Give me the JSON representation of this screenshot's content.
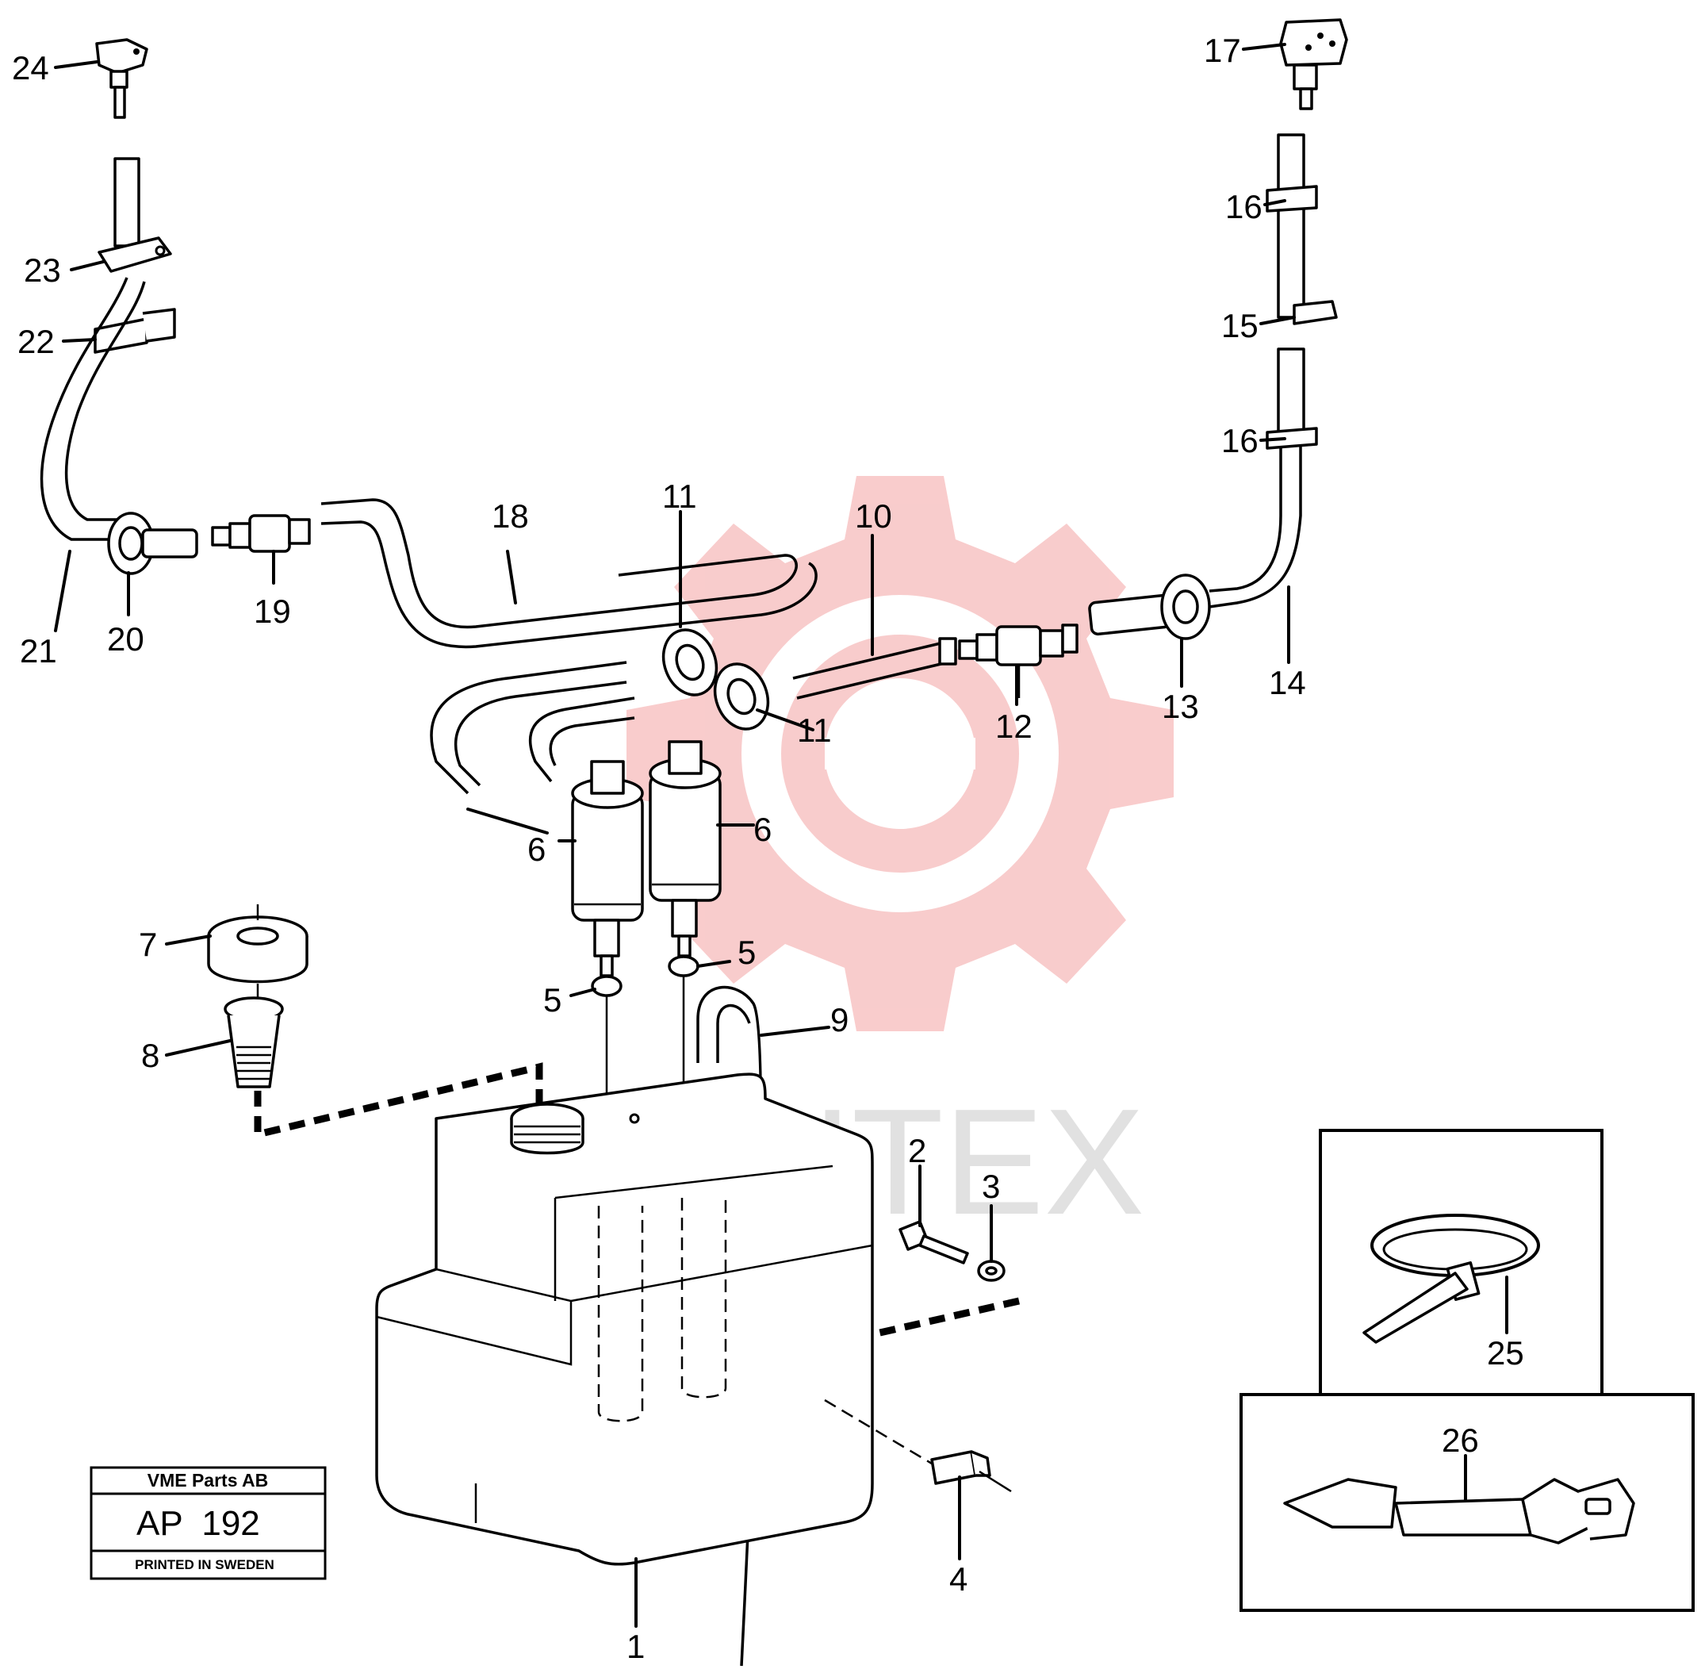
{
  "diagram": {
    "colors": {
      "line": "#000000",
      "watermark": "#f4a3a3",
      "watermark_text": "#c9c9c9"
    },
    "callouts": [
      {
        "id": "1",
        "text": "1"
      },
      {
        "id": "2",
        "text": "2"
      },
      {
        "id": "3",
        "text": "3"
      },
      {
        "id": "4",
        "text": "4"
      },
      {
        "id": "5a",
        "text": "5"
      },
      {
        "id": "5b",
        "text": "5"
      },
      {
        "id": "6a",
        "text": "6"
      },
      {
        "id": "6b",
        "text": "6"
      },
      {
        "id": "7",
        "text": "7"
      },
      {
        "id": "8",
        "text": "8"
      },
      {
        "id": "9",
        "text": "9"
      },
      {
        "id": "10",
        "text": "10"
      },
      {
        "id": "11a",
        "text": "11"
      },
      {
        "id": "11b",
        "text": "11"
      },
      {
        "id": "12",
        "text": "12"
      },
      {
        "id": "13",
        "text": "13"
      },
      {
        "id": "14",
        "text": "14"
      },
      {
        "id": "15",
        "text": "15"
      },
      {
        "id": "16a",
        "text": "16"
      },
      {
        "id": "16b",
        "text": "16"
      },
      {
        "id": "17",
        "text": "17"
      },
      {
        "id": "18",
        "text": "18"
      },
      {
        "id": "19",
        "text": "19"
      },
      {
        "id": "20",
        "text": "20"
      },
      {
        "id": "21",
        "text": "21"
      },
      {
        "id": "22",
        "text": "22"
      },
      {
        "id": "23",
        "text": "23"
      },
      {
        "id": "24",
        "text": "24"
      },
      {
        "id": "25",
        "text": "25"
      },
      {
        "id": "26",
        "text": "26"
      }
    ]
  },
  "stamp": {
    "company": "VME Parts AB",
    "code": "AP  192",
    "footer": "PRINTED IN SWEDEN"
  },
  "watermark": {
    "text": "ИНТЕХ"
  }
}
